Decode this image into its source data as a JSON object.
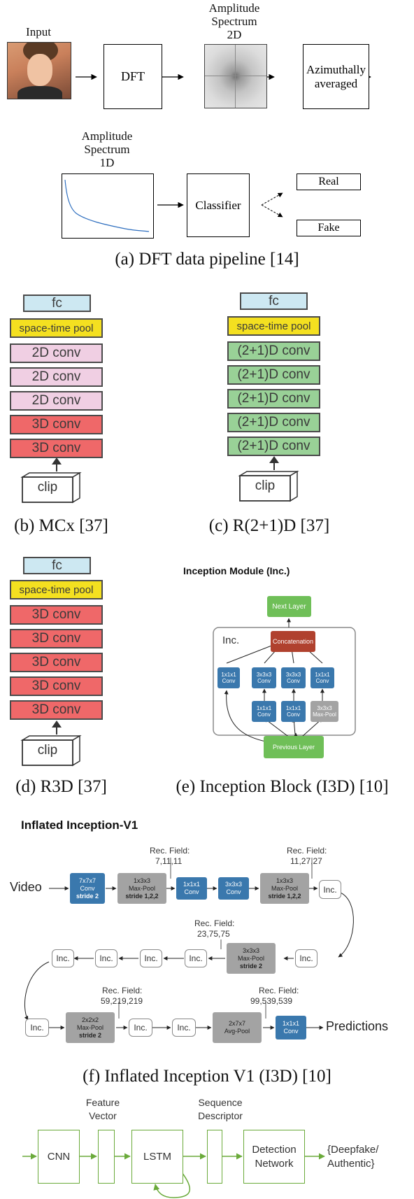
{
  "panel_a": {
    "input_label": "Input",
    "dft_label": "DFT",
    "amp2d_label": "Amplitude\nSpectrum\n2D",
    "azimuth_label": "Azimuthally\naveraged",
    "amp1d_label": "Amplitude\nSpectrum\n1D",
    "classifier_label": "Classifier",
    "real_label": "Real",
    "fake_label": "Fake",
    "caption": "(a) DFT data pipeline [14]"
  },
  "panel_b": {
    "layers": [
      "fc",
      "space-time pool",
      "2D conv",
      "2D conv",
      "2D conv",
      "3D conv",
      "3D conv"
    ],
    "clip_label": "clip",
    "caption": "(b) MCx [37]"
  },
  "panel_c": {
    "layers": [
      "fc",
      "space-time pool",
      "(2+1)D conv",
      "(2+1)D conv",
      "(2+1)D conv",
      "(2+1)D conv",
      "(2+1)D conv"
    ],
    "clip_label": "clip",
    "caption": "(c) R(2+1)D [37]"
  },
  "panel_d": {
    "layers": [
      "fc",
      "space-time pool",
      "3D conv",
      "3D conv",
      "3D conv",
      "3D conv",
      "3D conv"
    ],
    "clip_label": "clip",
    "caption": "(d) R3D [37]"
  },
  "panel_e": {
    "title": "Inception Module (Inc.)",
    "next_layer": "Next Layer",
    "inc_label": "Inc.",
    "concatenation": "Concatenation",
    "top_nodes": [
      "1x1x1\nConv",
      "3x3x3\nConv",
      "3x3x3\nConv",
      "1x1x1\nConv"
    ],
    "bottom_nodes": [
      "1x1x1\nConv",
      "1x1x1\nConv",
      "3x3x3\nMax-Pool"
    ],
    "previous_layer": "Previous Layer",
    "caption": "(e) Inception Block (I3D) [10]"
  },
  "panel_f": {
    "title": "Inflated Inception-V1",
    "video_label": "Video",
    "predictions_label": "Predictions",
    "rec_field_label": "Rec. Field:",
    "rec_values": [
      "7,11,11",
      "11,27,27",
      "23,75,75",
      "59,219,219",
      "99,539,539"
    ],
    "row1": [
      {
        "text": "7x7x7\nConv",
        "bold": "stride 2",
        "kind": "blue"
      },
      {
        "text": "1x3x3\nMax-Pool",
        "bold": "stride 1,2,2",
        "kind": "gray"
      },
      {
        "text": "1x1x1\nConv",
        "bold": "",
        "kind": "blue"
      },
      {
        "text": "3x3x3\nConv",
        "bold": "",
        "kind": "blue"
      },
      {
        "text": "1x3x3\nMax-Pool",
        "bold": "stride 1,2,2",
        "kind": "gray"
      }
    ],
    "row2_pool": {
      "text": "3x3x3\nMax-Pool",
      "bold": "stride 2"
    },
    "row3_pool1": {
      "text": "2x2x2\nMax-Pool",
      "bold": "stride 2"
    },
    "row3_pool2": {
      "text": "2x7x7\nAvg-Pool",
      "bold": ""
    },
    "final_conv": {
      "text": "1x1x1\nConv",
      "bold": ""
    },
    "inc": "Inc.",
    "caption": "(f) Inflated Inception V1 (I3D) [10]"
  },
  "panel_g": {
    "feature_vector": "Feature\nVector",
    "sequence_descriptor": "Sequence\nDescriptor",
    "cnn": "CNN",
    "lstm": "LSTM",
    "detection": "Detection\nNetwork",
    "output": "{Deepfake/\nAuthentic}"
  },
  "colors": {
    "fc": "#cde8f2",
    "pool": "#f4e020",
    "conv2d": "#f0cfe3",
    "conv3d": "#ef6869",
    "conv21d": "#99d197",
    "inc_blue": "#3a78ad",
    "inc_green": "#6fbf58",
    "concat": "#b0412e",
    "inc_gray": "#a3a3a3",
    "lstm_green": "#6aaa3a"
  }
}
